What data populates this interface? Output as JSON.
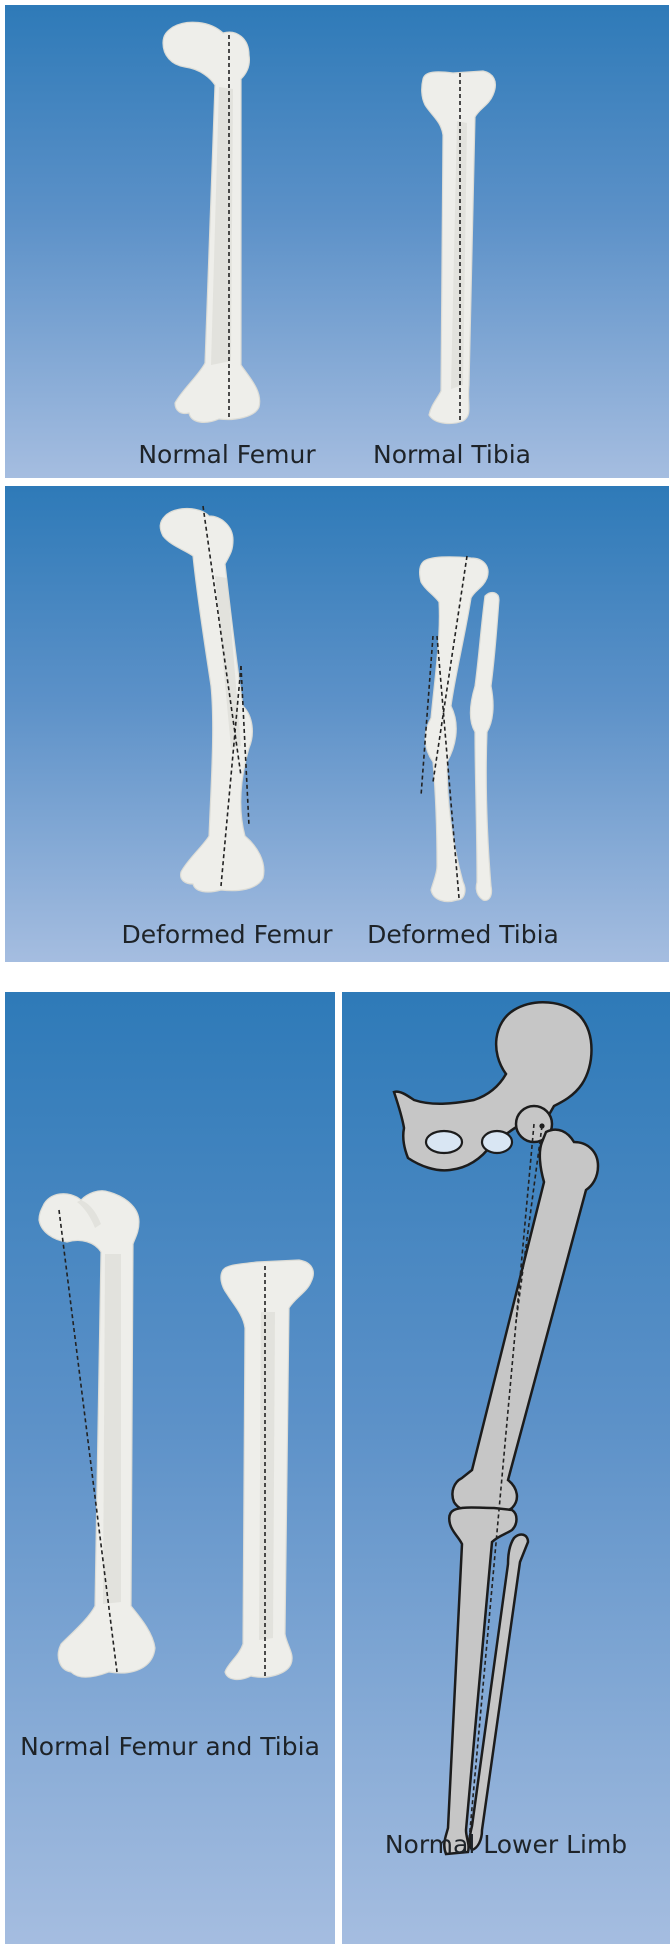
{
  "panels": [
    {
      "labels": [
        "Normal Femur",
        "Normal Tibia"
      ]
    },
    {
      "labels": [
        "Deformed Femur",
        "Deformed Tibia"
      ]
    },
    {
      "labels": [
        "Normal Femur and Tibia"
      ]
    },
    {
      "labels": [
        "Normal Lower Limb"
      ]
    }
  ],
  "colors": {
    "gradient_top": "#2e7ab8",
    "gradient_bottom": "#a5bde0",
    "bone": "#eeeeea",
    "limb_diagram": "#c6c6c6",
    "axis_line": "#222222"
  }
}
